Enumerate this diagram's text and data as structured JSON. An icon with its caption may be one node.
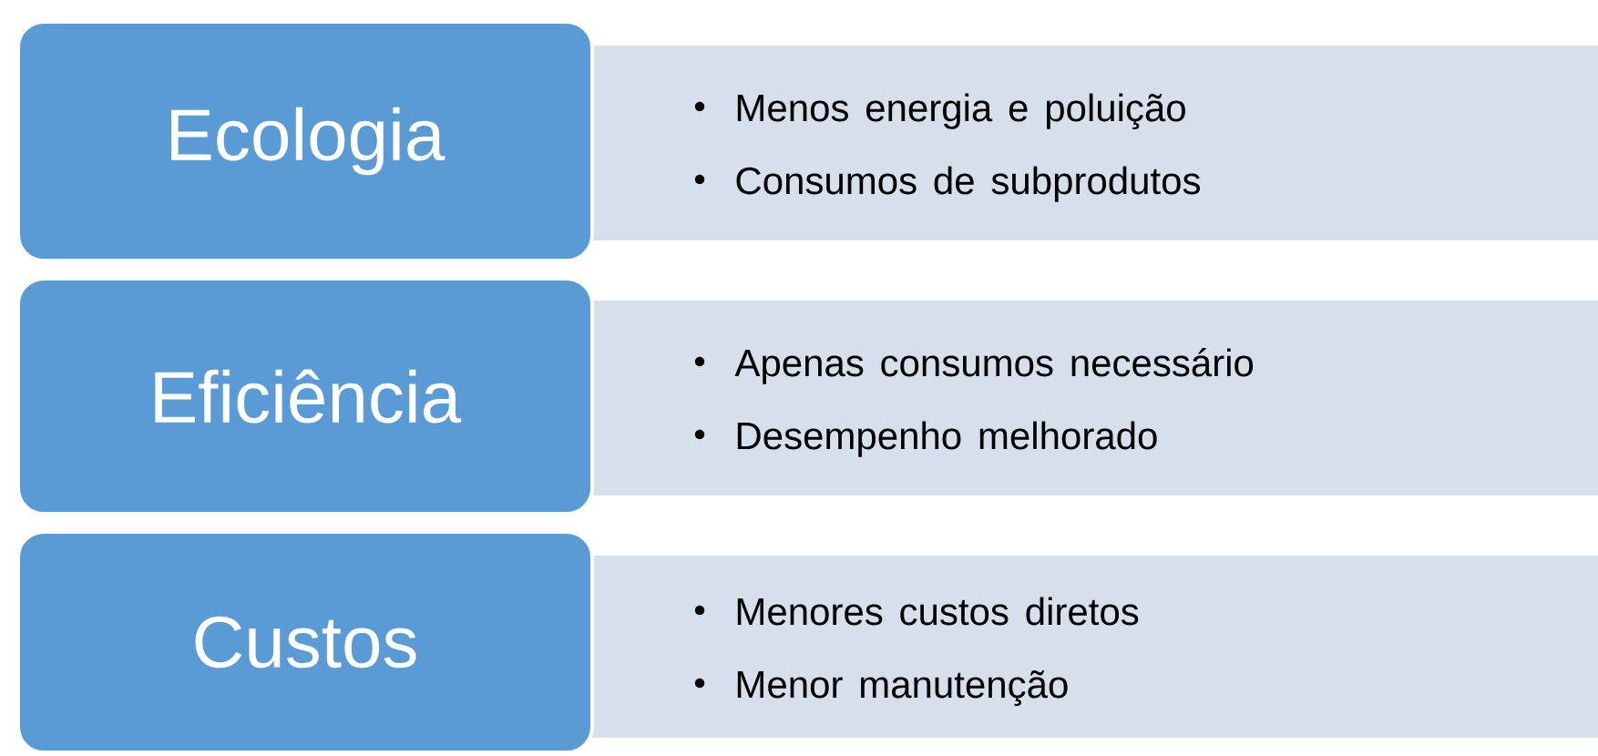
{
  "diagram": {
    "nodes": [
      {
        "text": [
          "Ecologia"
        ]
      },
      {
        "text": [
          "Menos energia e poluição",
          "Consumos de subprodutos"
        ]
      },
      {
        "text": [
          "Eficiência"
        ]
      },
      {
        "text": [
          "Apenas consumos necessário",
          "Desempenho melhorado"
        ]
      },
      {
        "text": [
          "Custos"
        ]
      },
      {
        "text": [
          "Menores custos diretos",
          "Menor manutenção"
        ]
      }
    ]
  }
}
